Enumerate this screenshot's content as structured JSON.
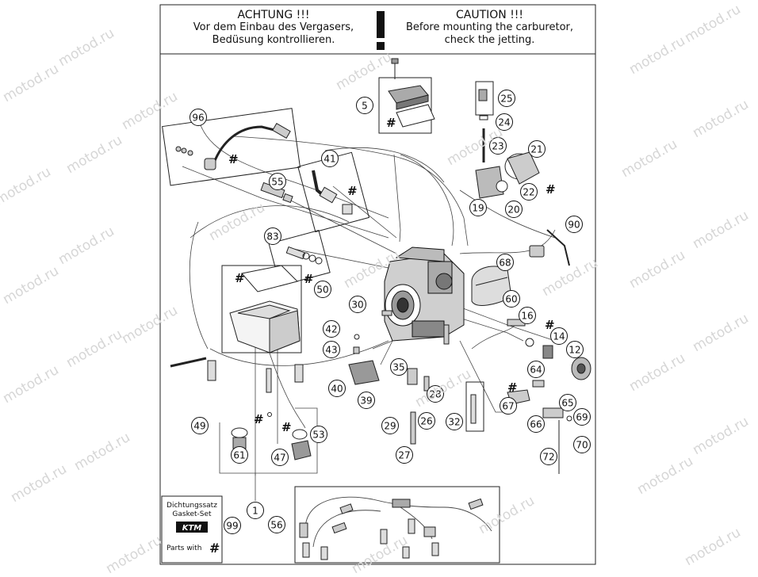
{
  "header": {
    "de_title": "ACHTUNG !!!",
    "de_line1": "Vor dem Einbau des Vergasers,",
    "de_line2": "Bedüsung kontrollieren.",
    "en_title": "CAUTION !!!",
    "en_line1": "Before mounting the carburetor,",
    "en_line2": "check the jetting.",
    "warning_symbol": "!"
  },
  "gasket_box": {
    "line1": "Dichtungssatz",
    "line2": "Gasket-Set",
    "brand": "KTM",
    "parts_with": "Parts with",
    "hash": "#"
  },
  "watermark": "motod.ru",
  "hash_mark": "#",
  "callouts": [
    "1",
    "5",
    "12",
    "14",
    "16",
    "19",
    "20",
    "21",
    "22",
    "23",
    "24",
    "25",
    "26",
    "27",
    "28",
    "29",
    "30",
    "32",
    "35",
    "39",
    "40",
    "41",
    "42",
    "43",
    "47",
    "49",
    "50",
    "53",
    "55",
    "56",
    "60",
    "61",
    "64",
    "65",
    "66",
    "67",
    "68",
    "69",
    "70",
    "72",
    "83",
    "90",
    "96",
    "99"
  ]
}
